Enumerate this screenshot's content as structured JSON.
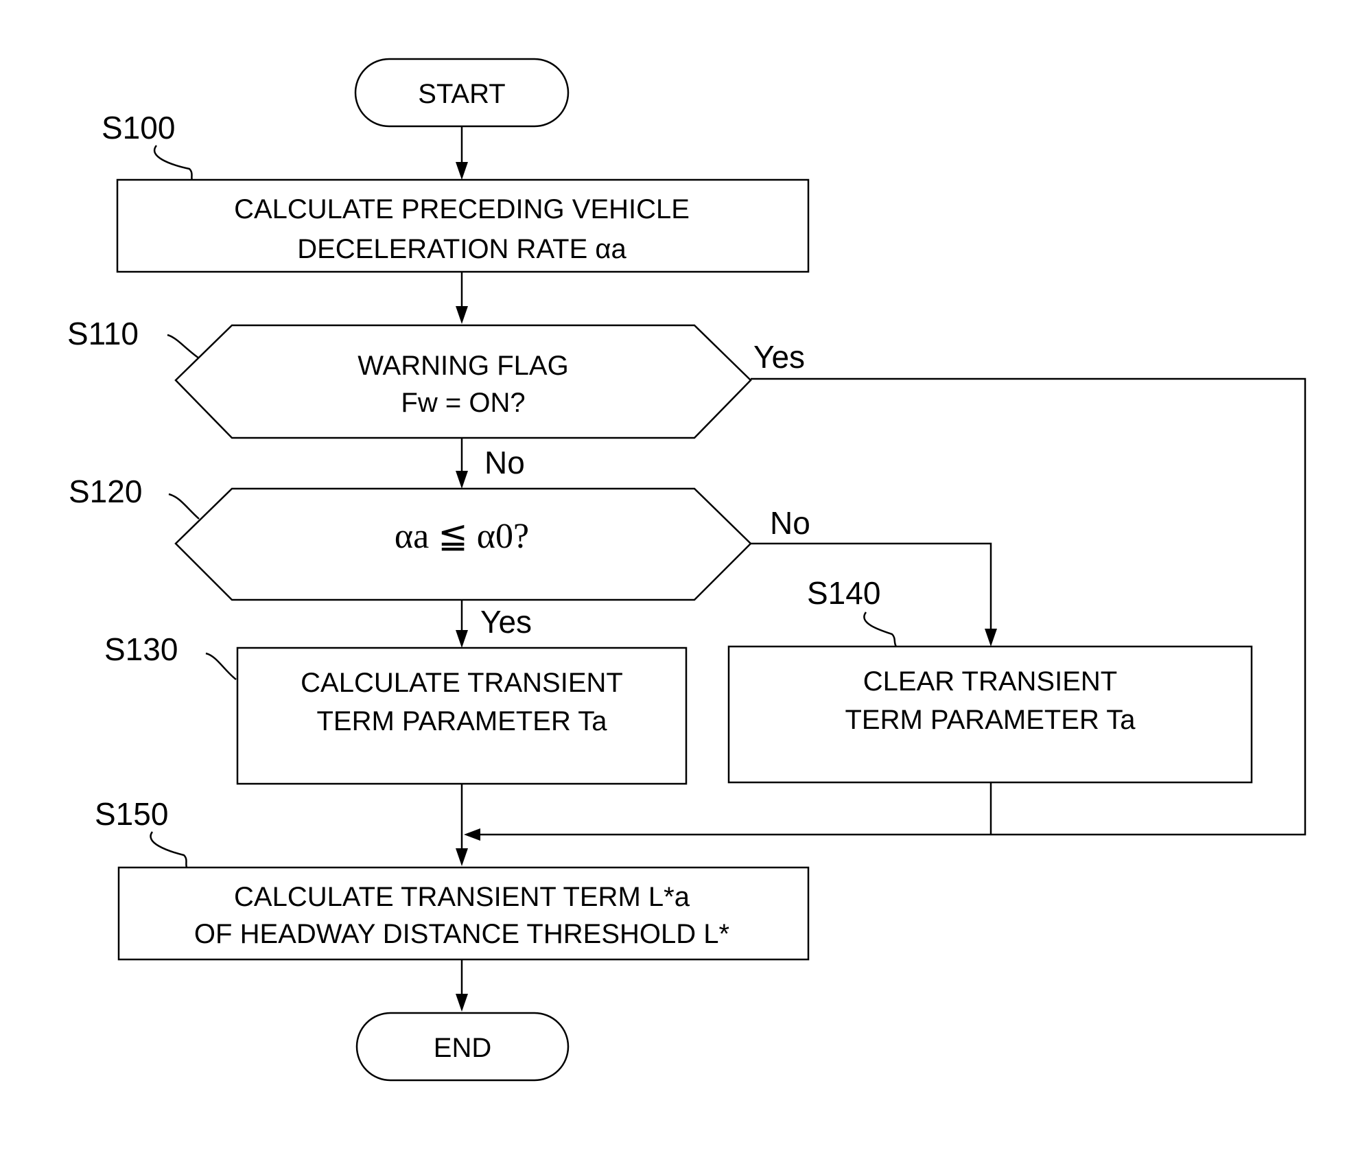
{
  "flowchart": {
    "start": "START",
    "end": "END",
    "s100": {
      "id": "S100",
      "line1": "CALCULATE PRECEDING VEHICLE",
      "line2": "DECELERATION RATE αa"
    },
    "s110": {
      "id": "S110",
      "line1": "WARNING FLAG",
      "line2": "Fw = ON?"
    },
    "s120": {
      "id": "S120",
      "text": "αa ≦ α0?"
    },
    "s130": {
      "id": "S130",
      "line1": "CALCULATE TRANSIENT",
      "line2": "TERM PARAMETER Ta"
    },
    "s140": {
      "id": "S140",
      "line1": "CLEAR TRANSIENT",
      "line2": "TERM PARAMETER Ta"
    },
    "s150": {
      "id": "S150",
      "line1": "CALCULATE TRANSIENT TERM L*a",
      "line2": "OF HEADWAY DISTANCE THRESHOLD  L*"
    },
    "branches": {
      "s110_yes": "Yes",
      "s110_no": "No",
      "s120_no": "No",
      "s120_yes": "Yes"
    }
  }
}
